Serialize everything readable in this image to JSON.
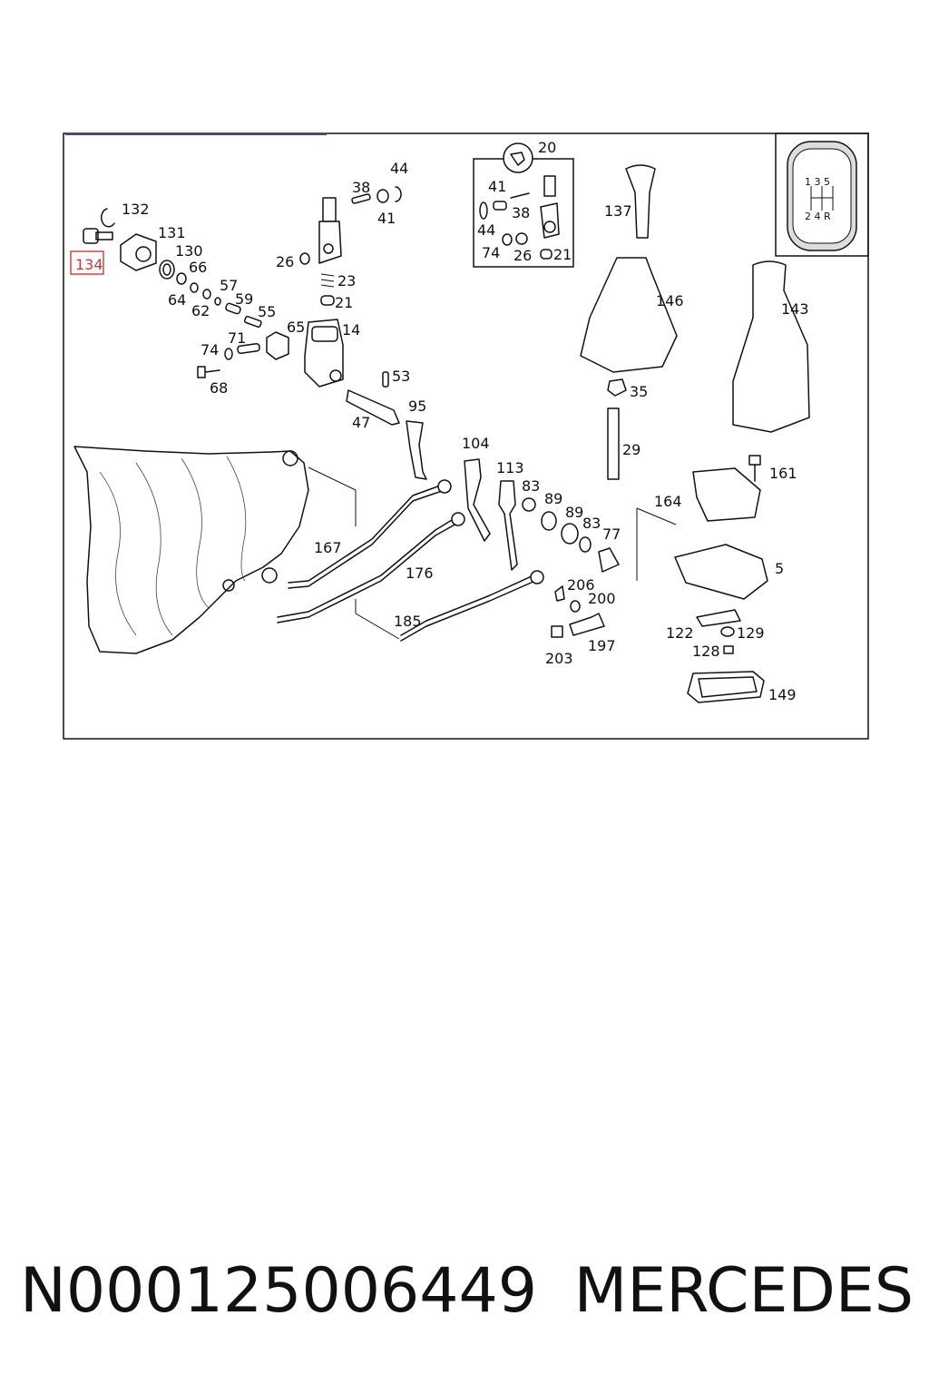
{
  "diagram": {
    "highlighted_part": "134",
    "callouts": [
      "20",
      "44",
      "38",
      "41",
      "132",
      "131",
      "130",
      "66",
      "57",
      "59",
      "55",
      "64",
      "62",
      "26",
      "23",
      "21",
      "65",
      "14",
      "71",
      "74",
      "68",
      "53",
      "47",
      "95",
      "104",
      "113",
      "83",
      "89",
      "89",
      "83",
      "77",
      "167",
      "176",
      "185",
      "206",
      "200",
      "203",
      "197",
      "137",
      "146",
      "143",
      "35",
      "29",
      "161",
      "164",
      "5",
      "122",
      "129",
      "128",
      "149",
      "41",
      "38",
      "44",
      "74",
      "26",
      "21"
    ],
    "shift_pattern": {
      "top": "1 3 5",
      "bottom": "2 4 R"
    }
  },
  "footer": {
    "part_number": "N000125006449",
    "brand": "MERCEDES"
  }
}
